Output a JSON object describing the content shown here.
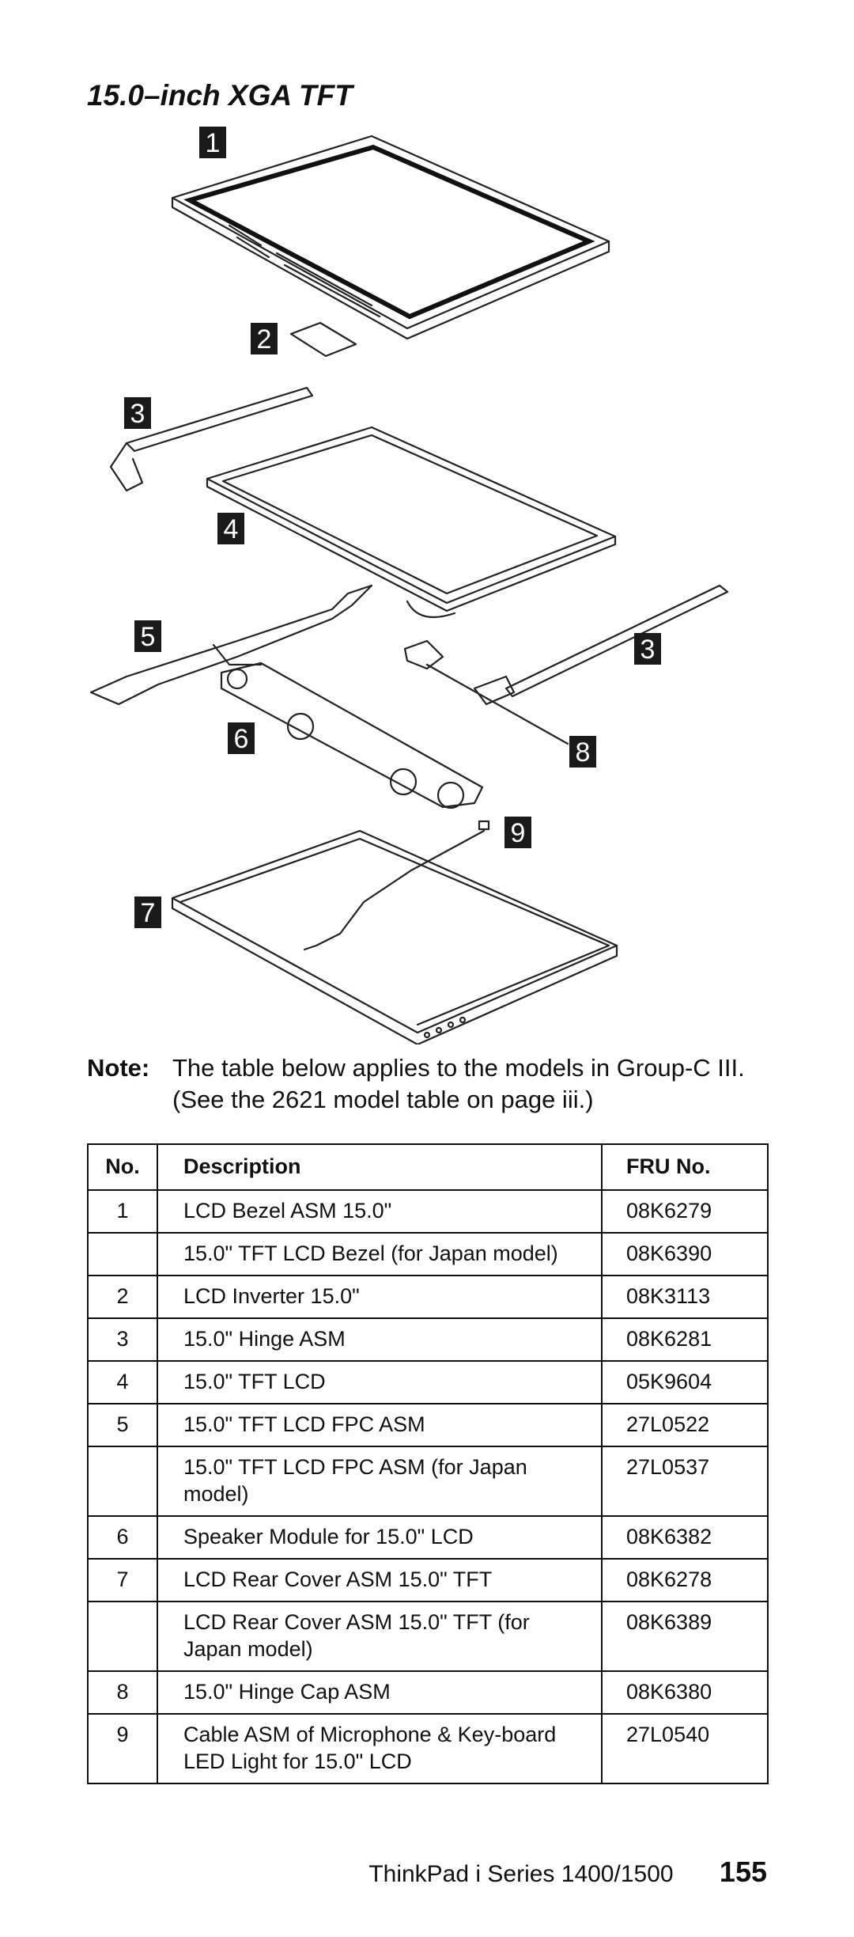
{
  "title": "15.0–inch XGA TFT",
  "diagram": {
    "callouts": [
      "1",
      "2",
      "3",
      "4",
      "5",
      "6",
      "7",
      "8",
      "9",
      "3"
    ]
  },
  "note": {
    "label": "Note:",
    "text": "The table below applies to the models in Group-C III. (See the 2621 model table on page iii.)"
  },
  "table": {
    "headers": {
      "no": "No.",
      "description": "Description",
      "fru": "FRU No."
    },
    "rows": [
      {
        "no": "1",
        "description": "LCD Bezel ASM 15.0\"",
        "fru": "08K6279"
      },
      {
        "no": "",
        "description": "15.0\" TFT LCD Bezel (for Japan model)",
        "fru": "08K6390"
      },
      {
        "no": "2",
        "description": "LCD Inverter 15.0\"",
        "fru": "08K3113"
      },
      {
        "no": "3",
        "description": "15.0\" Hinge ASM",
        "fru": "08K6281"
      },
      {
        "no": "4",
        "description": "15.0\" TFT LCD",
        "fru": "05K9604"
      },
      {
        "no": "5",
        "description": "15.0\" TFT LCD FPC ASM",
        "fru": "27L0522"
      },
      {
        "no": "",
        "description": "15.0\" TFT LCD FPC ASM (for Japan model)",
        "fru": "27L0537"
      },
      {
        "no": "6",
        "description": "Speaker Module for 15.0\" LCD",
        "fru": "08K6382"
      },
      {
        "no": "7",
        "description": "LCD Rear Cover ASM 15.0\" TFT",
        "fru": "08K6278"
      },
      {
        "no": "",
        "description": "LCD Rear Cover ASM 15.0\" TFT (for Japan model)",
        "fru": "08K6389"
      },
      {
        "no": "8",
        "description": "15.0\" Hinge Cap ASM",
        "fru": "08K6380"
      },
      {
        "no": "9",
        "description": "Cable ASM of Microphone & Key-board LED Light for 15.0\" LCD",
        "fru": "27L0540"
      }
    ]
  },
  "footer": {
    "series": "ThinkPad i Series 1400/1500",
    "page": "155"
  }
}
